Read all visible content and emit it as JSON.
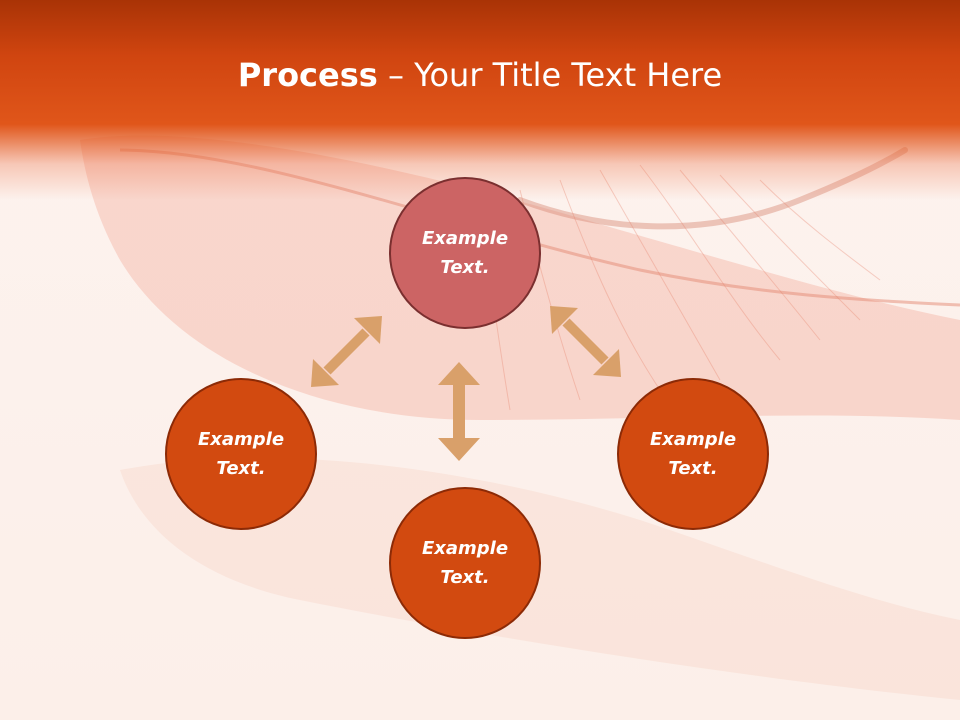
{
  "slide": {
    "title_strong": "Process",
    "title_rest": " – Your Title Text Here"
  },
  "nodes": {
    "top": "Example Text.",
    "left": "Example Text.",
    "right": "Example Text.",
    "bottom": "Example Text."
  },
  "colors": {
    "header": "#d04510",
    "node_top": "#cc6464",
    "node_top_border": "#7a2f2f",
    "node": "#d24a10",
    "node_border": "#8c2a06",
    "arrow": "#d9a06a",
    "background": "#fdf3ef"
  }
}
